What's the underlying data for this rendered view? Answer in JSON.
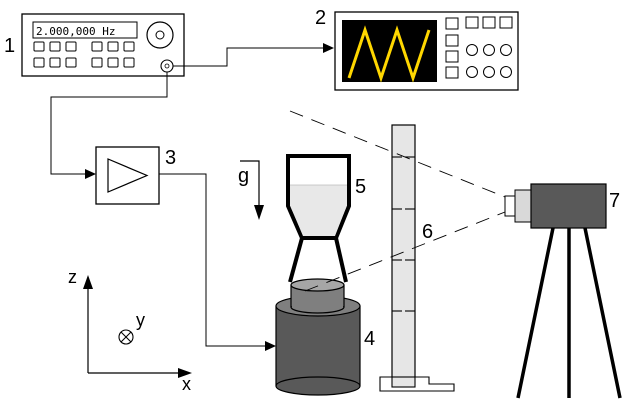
{
  "frequency_display": "2.000,000 Hz",
  "labels": {
    "function_generator": "1",
    "oscilloscope": "2",
    "amplifier": "3",
    "shaker": "4",
    "hopper": "5",
    "ruler": "6",
    "camera": "7",
    "gravity": "g",
    "axis_z": "z",
    "axis_x": "x",
    "axis_y": "y"
  },
  "colors": {
    "line": "#000000",
    "shaker_dark": "#595959",
    "shaker_top": "#7f7f7f",
    "camera_body": "#595959",
    "scope_screen": "#000000",
    "scope_wave": "#ffd700",
    "hopper_fill": "#e8e8e8",
    "ruler_fill": "#e6e6e6",
    "device_fill": "#ffffff"
  },
  "icons": [
    "knob-icon",
    "connector-icon",
    "amplifier-triangle-icon",
    "gravity-arrow-icon",
    "into-page-icon"
  ]
}
